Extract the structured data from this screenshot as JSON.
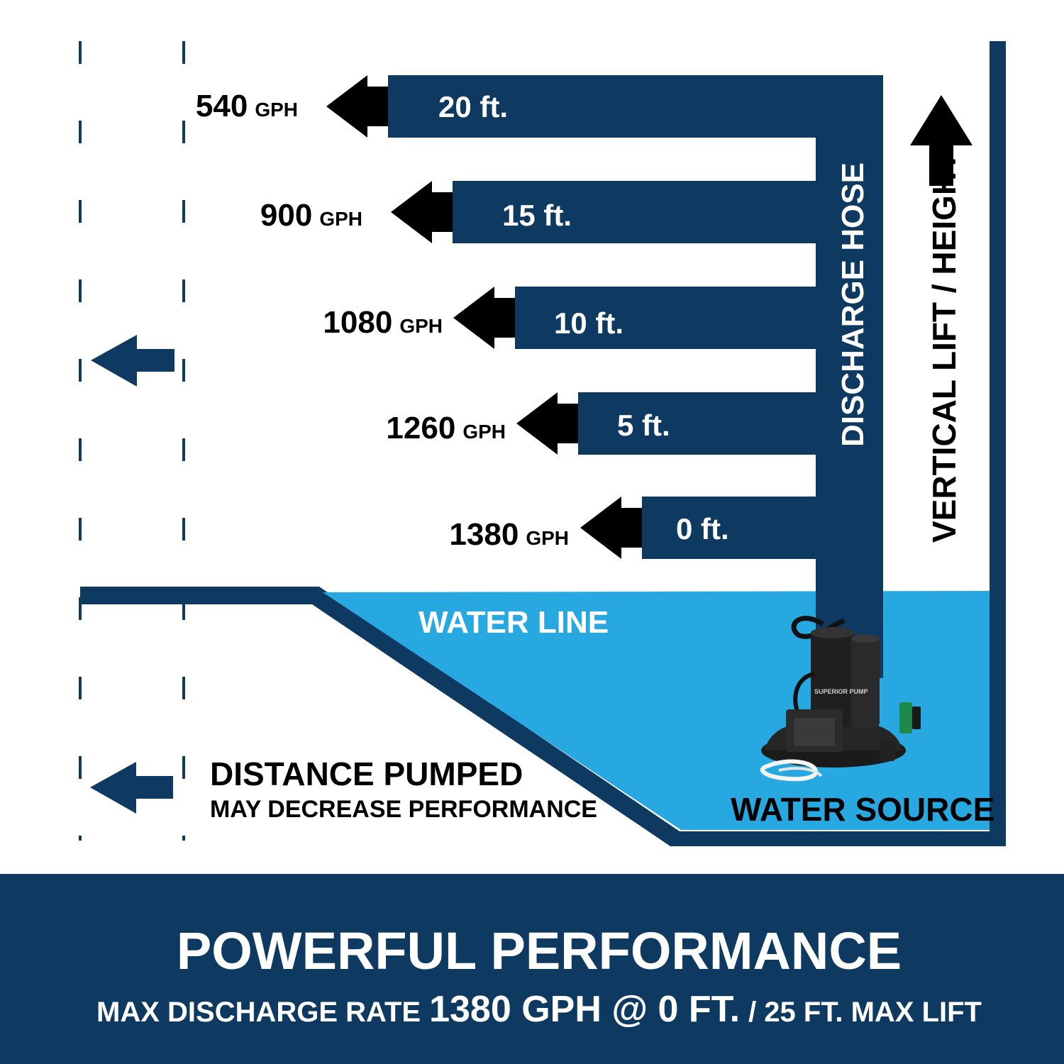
{
  "colors": {
    "navy": "#0e3a62",
    "water": "#28a8e0",
    "black": "#000000",
    "white": "#ffffff"
  },
  "rows": [
    {
      "height_label": "20 ft.",
      "rate_value": "540",
      "rate_unit": "GPH",
      "lift_ft": 20,
      "gph": 540
    },
    {
      "height_label": "15 ft.",
      "rate_value": "900",
      "rate_unit": "GPH",
      "lift_ft": 15,
      "gph": 900
    },
    {
      "height_label": "10 ft.",
      "rate_value": "1080",
      "rate_unit": "GPH",
      "lift_ft": 10,
      "gph": 1080
    },
    {
      "height_label": "5 ft.",
      "rate_value": "1260",
      "rate_unit": "GPH",
      "lift_ft": 5,
      "gph": 1260
    },
    {
      "height_label": "0 ft.",
      "rate_value": "1380",
      "rate_unit": "GPH",
      "lift_ft": 0,
      "gph": 1380
    }
  ],
  "labels": {
    "discharge_hose": "DISCHARGE HOSE",
    "vertical_lift": "VERTICAL LIFT / HEIGHT",
    "water_line": "WATER LINE",
    "water_source": "WATER SOURCE",
    "distance_title": "DISTANCE PUMPED",
    "distance_sub": "MAY DECREASE PERFORMANCE",
    "pump_brand": "SUPERIOR PUMP"
  },
  "footer": {
    "title": "POWERFUL PERFORMANCE",
    "line_prefix": "MAX DISCHARGE RATE",
    "line_highlight": "1380 GPH @ 0 FT.",
    "line_suffix": "/ 25 FT. MAX LIFT"
  },
  "icons": {
    "left_arrow": "left-arrow-icon",
    "up_arrow": "up-arrow-icon",
    "pump": "sump-pump-icon"
  }
}
